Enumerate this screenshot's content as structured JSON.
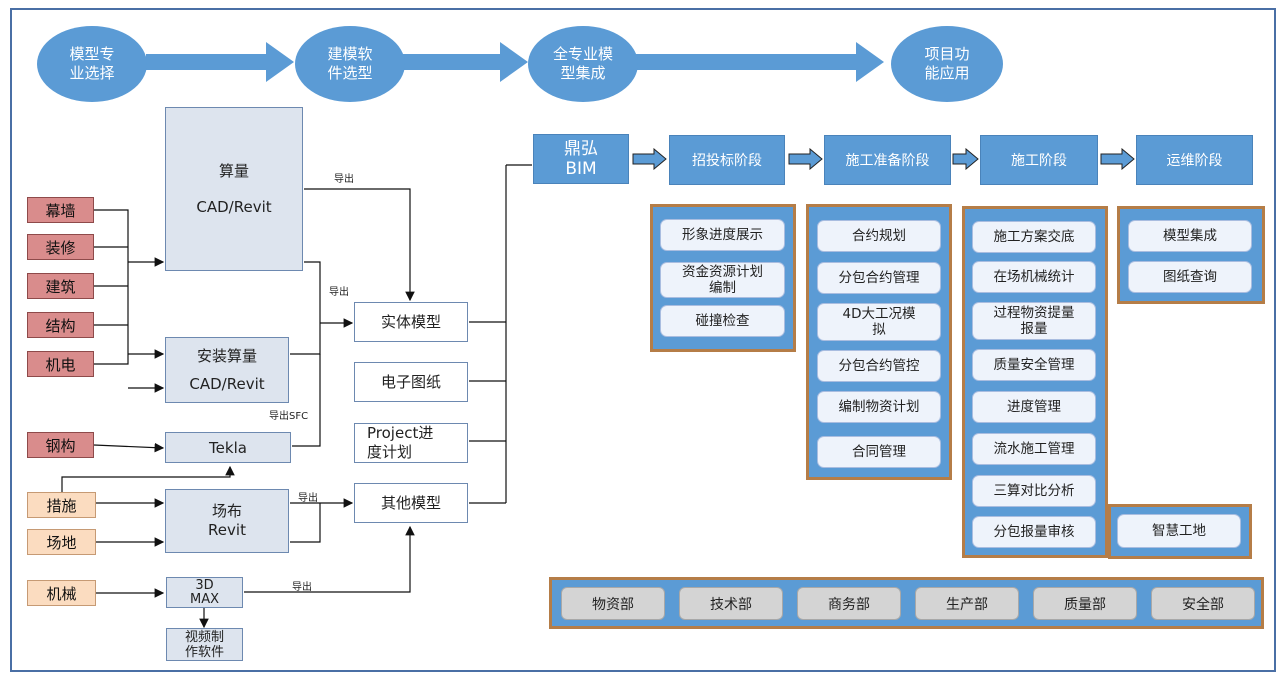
{
  "flow_steps": [
    "模型专业选择",
    "建模软件选型",
    "全专业模型集成",
    "项目功能应用"
  ],
  "flow_step_lines": [
    [
      "模型专",
      "业选择"
    ],
    [
      "建模软",
      "件选型"
    ],
    [
      "全专业模",
      "型集成"
    ],
    [
      "项目功",
      "能应用"
    ]
  ],
  "software": {
    "suanliang": {
      "title": "算量",
      "sub": "CAD/Revit"
    },
    "anzhuang": {
      "title": "安装算量",
      "sub": "CAD/Revit"
    },
    "tekla": "Tekla",
    "changbu": {
      "title": "场布",
      "sub": "Revit"
    },
    "max3d": {
      "l1": "3D",
      "l2": "MAX"
    },
    "video": {
      "l1": "视频制",
      "l2": "作软件"
    }
  },
  "disciplines_red": [
    "幕墙",
    "装修",
    "建筑",
    "结构",
    "机电",
    "钢构"
  ],
  "disciplines_peach": [
    "措施",
    "场地",
    "机械"
  ],
  "models": {
    "entity": "实体模型",
    "drawings": "电子图纸",
    "project": {
      "l1": "Project进",
      "l2": "度计划"
    },
    "other": "其他模型"
  },
  "export_labels": {
    "e1": "导出",
    "e2": "导出",
    "e3": "导出SFC",
    "e4": "导出",
    "e5": "导出"
  },
  "bim": {
    "l1": "鼎弘",
    "l2": "BIM"
  },
  "stages": [
    "招投标阶段",
    "施工准备阶段",
    "施工阶段",
    "运维阶段"
  ],
  "panels": {
    "bidding": [
      [
        "形象进度展示"
      ],
      [
        "资金资源计划",
        "编制"
      ],
      [
        "碰撞检查"
      ]
    ],
    "prep": [
      [
        "合约规划"
      ],
      [
        "分包合约管理"
      ],
      [
        "4D大工况模",
        "拟"
      ],
      [
        "分包合约管控"
      ],
      [
        "编制物资计划"
      ],
      [
        "合同管理"
      ]
    ],
    "construction": [
      [
        "施工方案交底"
      ],
      [
        "在场机械统计"
      ],
      [
        "过程物资提量",
        "报量"
      ],
      [
        "质量安全管理"
      ],
      [
        "进度管理"
      ],
      [
        "流水施工管理"
      ],
      [
        "三算对比分析"
      ],
      [
        "分包报量审核"
      ]
    ],
    "operation": [
      [
        "模型集成"
      ],
      [
        "图纸查询"
      ]
    ],
    "smart": [
      [
        "智慧工地"
      ]
    ]
  },
  "departments": [
    "物资部",
    "技术部",
    "商务部",
    "生产部",
    "质量部",
    "安全部"
  ],
  "colors": {
    "blue": "#5b9bd5",
    "panel_border": "#b57d47",
    "red_box": "#d98c8c",
    "peach_box": "#fbdcc0"
  }
}
